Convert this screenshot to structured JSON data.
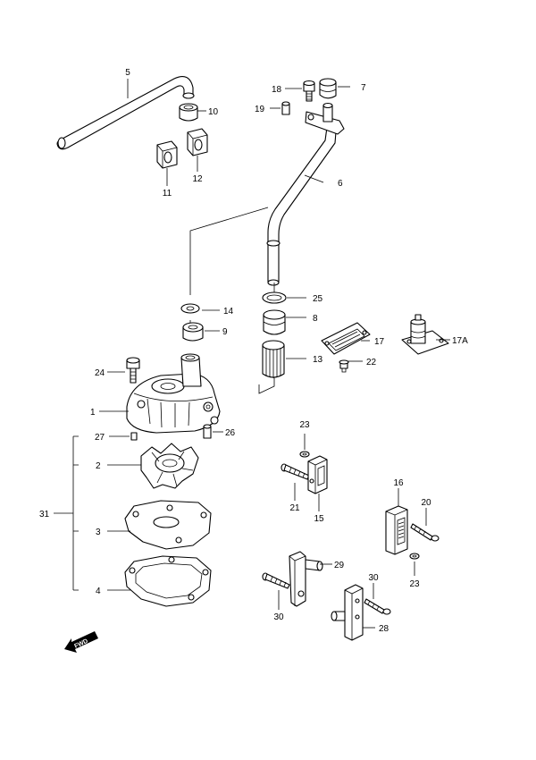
{
  "callouts": {
    "p1": "1",
    "p2": "2",
    "p3": "3",
    "p4": "4",
    "p5": "5",
    "p6": "6",
    "p7": "7",
    "p8": "8",
    "p9": "9",
    "p10": "10",
    "p11": "11",
    "p12": "12",
    "p13": "13",
    "p14": "14",
    "p15": "15",
    "p16": "16",
    "p17": "17",
    "p17a": "17A",
    "p18": "18",
    "p19": "19",
    "p20": "20",
    "p21": "21",
    "p22": "22",
    "p23a": "23",
    "p23b": "23",
    "p24": "24",
    "p25": "25",
    "p26": "26",
    "p27": "27",
    "p28": "28",
    "p29": "29",
    "p30a": "30",
    "p30b": "30",
    "p31": "31"
  },
  "fwd_label": "FWD"
}
